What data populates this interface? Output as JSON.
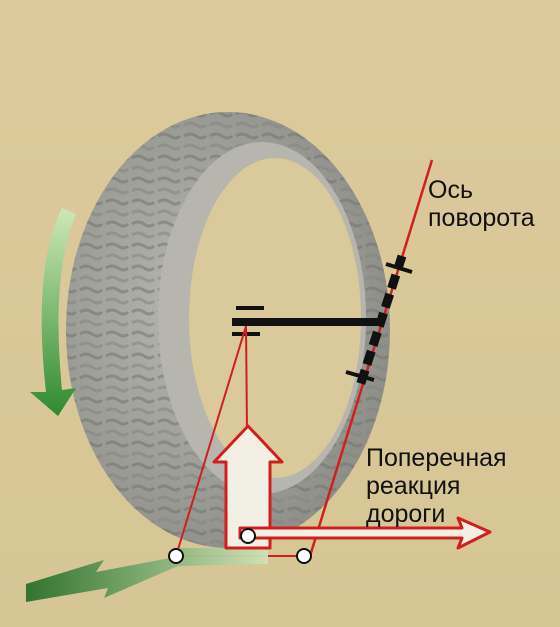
{
  "labels": {
    "axis_line1": "Ось",
    "axis_line2": "поворота",
    "force_line1": "Поперечная",
    "force_line2": "реакция",
    "force_line3": "дороги"
  },
  "colors": {
    "background": "#dac99a",
    "tire": "#a9a9a4",
    "tread_dark": "#7d7d78",
    "axis_red": "#d21e1e",
    "arrow_fill": "#f2efe4",
    "green": "#2e7a2e",
    "green_light": "#bfe0a8",
    "black": "#111111"
  },
  "icons": {
    "rotation_arrow": "curved-down-arrow",
    "vertical_force": "up-arrow",
    "lateral_force": "right-arrow",
    "ground_direction": "left-arrow"
  }
}
